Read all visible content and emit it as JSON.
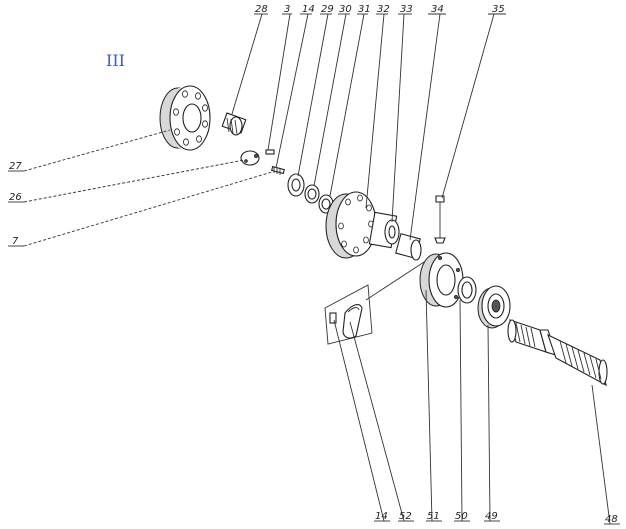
{
  "view_label": "III",
  "callouts_top": [
    "28",
    "3",
    "14",
    "29",
    "30",
    "31",
    "32",
    "33",
    "34",
    "35"
  ],
  "callouts_left": [
    "27",
    "26",
    "7"
  ],
  "callouts_bottom": [
    "14",
    "52",
    "51",
    "50",
    "49",
    "48"
  ]
}
